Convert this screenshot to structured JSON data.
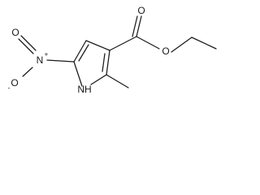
{
  "molecule": {
    "atoms": {
      "nitro_oxygen_double": "O",
      "nitro_nitrogen": "N",
      "nitro_nitrogen_charge": "+",
      "nitro_oxygen_single": "O",
      "nitro_oxygen_single_charge": "-",
      "ring_nh": "NH",
      "ester_carbonyl_oxygen": "O",
      "ester_ether_oxygen": "O"
    }
  }
}
